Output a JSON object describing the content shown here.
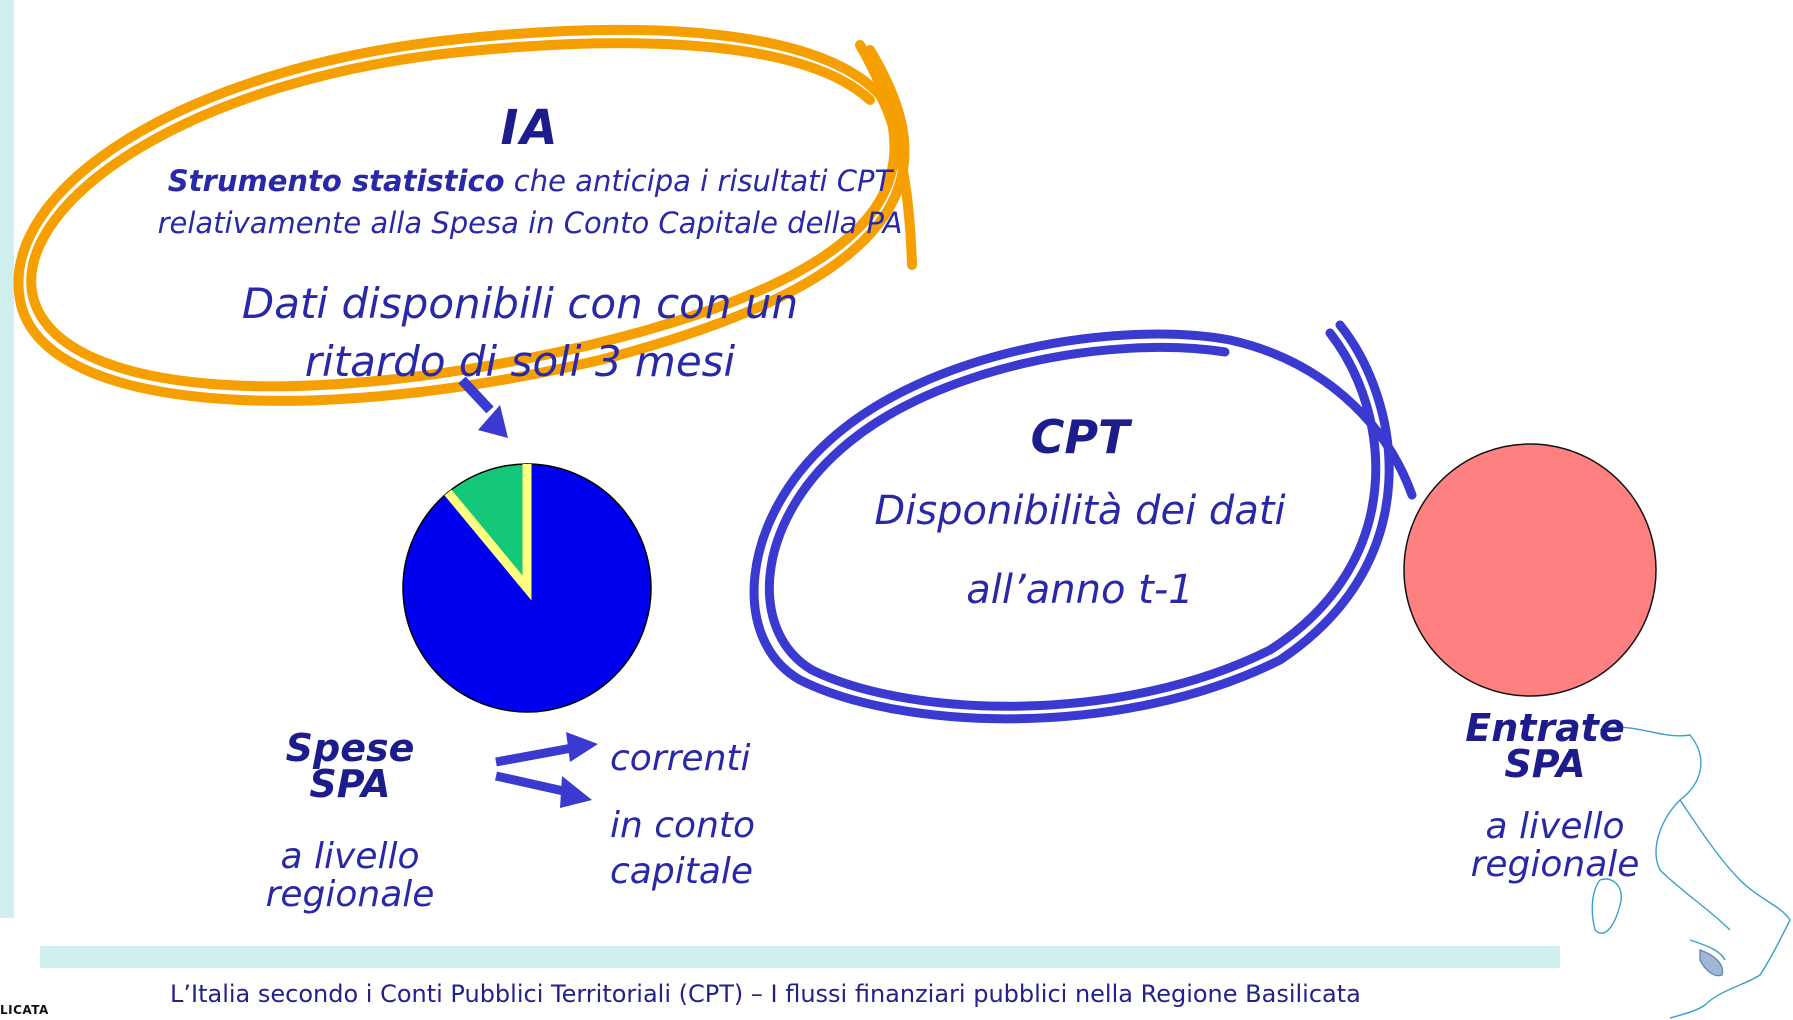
{
  "ia": {
    "title": "IA",
    "desc_bold": "Strumento statistico",
    "desc_rest": " che anticipa i risultati CPT relativamente alla Spesa in Conto Capitale della PA",
    "data_text": "Dati disponibili con con un ritardo di soli 3 mesi",
    "ellipse_color": "#f5a000"
  },
  "cpt": {
    "title": "CPT",
    "line1": "Disponibilità dei dati",
    "line2": "all’anno t-1",
    "ellipse_color": "#3a3ad0"
  },
  "spese": {
    "title_line1": "Spese",
    "title_line2": "SPA",
    "sub": "a livello regionale",
    "pie": {
      "slices": [
        {
          "label": "correnti",
          "value": 89,
          "color": "#0000f0"
        },
        {
          "label": "in conto capitale",
          "value": 11,
          "color": "#14c87a"
        }
      ]
    }
  },
  "arrows": {
    "correnti": "correnti",
    "capitale": "in conto capitale"
  },
  "entrate": {
    "title_line1": "Entrate",
    "title_line2": "SPA",
    "sub": "a livello regionale",
    "circle_color": "#ff8080"
  },
  "footer": {
    "text": "L’Italia secondo i Conti Pubblici Territoriali (CPT) – I flussi finanziari pubblici nella Regione Basilicata"
  },
  "logo": {
    "text": "LICATA"
  }
}
